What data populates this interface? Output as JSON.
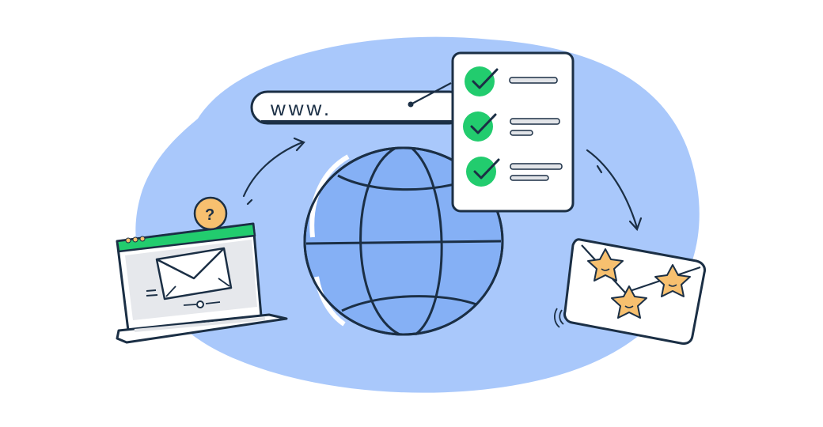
{
  "illustration": {
    "description": "Email deliverability illustration: laptop with envelope sends through the web (www URL bar, globe, checklist) to an envelope with stars",
    "colors": {
      "background": "#ffffff",
      "blob": "#a9c8fb",
      "globe_fill": "#85b0f5",
      "outline": "#1b2f45",
      "check_green": "#22cc6e",
      "star_orange": "#f7c06f",
      "laptop_header_green": "#22cc6e",
      "screen_gray": "#e6e8ec",
      "line_gray": "#e2e4e8"
    },
    "url_bar": {
      "text": "www."
    },
    "laptop": {
      "badge_icon": "question-mark-icon",
      "badge_text": "?",
      "screen_icon": "envelope-icon"
    },
    "checklist": {
      "items": [
        {
          "icon": "check-circle-icon",
          "lines": 1
        },
        {
          "icon": "check-circle-icon",
          "lines": 2
        },
        {
          "icon": "check-circle-icon",
          "lines": 2
        }
      ]
    },
    "globe": {
      "icon": "globe-icon"
    },
    "result_envelope": {
      "icon": "envelope-with-stars-icon",
      "stars": 3
    }
  }
}
